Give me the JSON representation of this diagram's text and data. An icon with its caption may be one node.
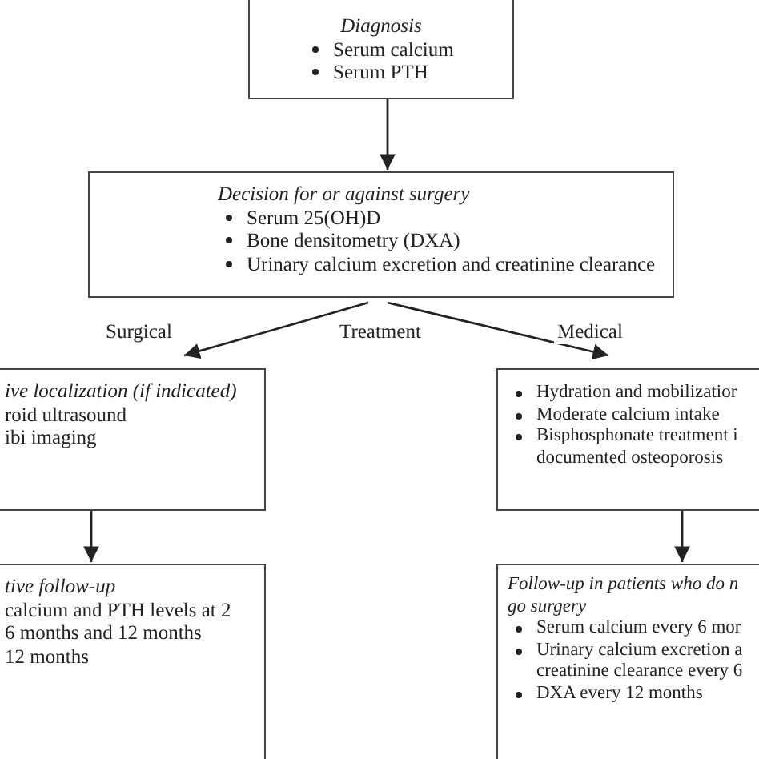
{
  "diagram": {
    "nodes": [
      {
        "text": [
          "Diagnosis",
          "Serum calcium",
          "Serum PTH"
        ]
      },
      {
        "text": [
          "Decision for or against surgery",
          "Serum 25(OH)D",
          "Bone densitometry (DXA)",
          "Urinary calcium excretion and creatinine clearance"
        ]
      },
      {
        "text": [
          "ive localization (if indicated)",
          "roid ultrasound",
          "ibi imaging"
        ]
      },
      {
        "text": [
          "Hydration and mobilizatior",
          "Moderate calcium intake",
          "Bisphosphonate treatment i documented osteoporosis"
        ]
      },
      {
        "text": [
          "tive follow-up",
          "calcium and PTH levels at 2",
          "6 months and 12 months",
          "12 months"
        ]
      },
      {
        "text": [
          "Follow-up in patients who do n go surgery",
          "Serum calcium every 6 mor",
          "Urinary calcium excretion a creatinine clearance every 6",
          "DXA every 12 months"
        ]
      }
    ],
    "edges": [
      {
        "from": 0,
        "to": 1,
        "arrow": "to"
      },
      {
        "from": 1,
        "to": 2,
        "arrow": "to",
        "label": "Surgical"
      },
      {
        "from": 1,
        "to": 3,
        "arrow": "to",
        "label": "Medical"
      },
      {
        "from": 2,
        "to": 4,
        "arrow": "to"
      },
      {
        "from": 3,
        "to": 5,
        "arrow": "to"
      }
    ],
    "labels": [
      "Treatment"
    ]
  }
}
